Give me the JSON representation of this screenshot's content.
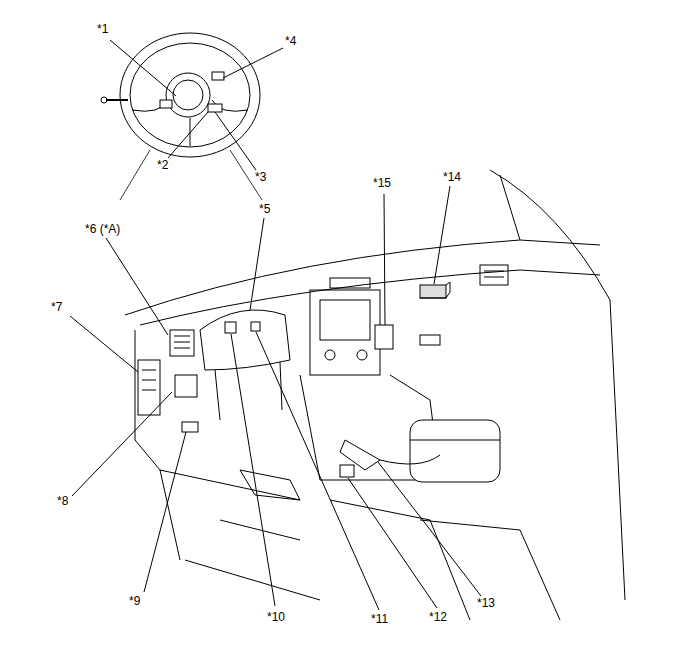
{
  "diagram": {
    "labels": [
      "*1",
      "*4",
      "*2",
      "*3",
      "*15",
      "*14",
      "*6 (*A)",
      "*5",
      "*7",
      "*8",
      "*9",
      "*10",
      "*11",
      "*12",
      "*13"
    ]
  }
}
